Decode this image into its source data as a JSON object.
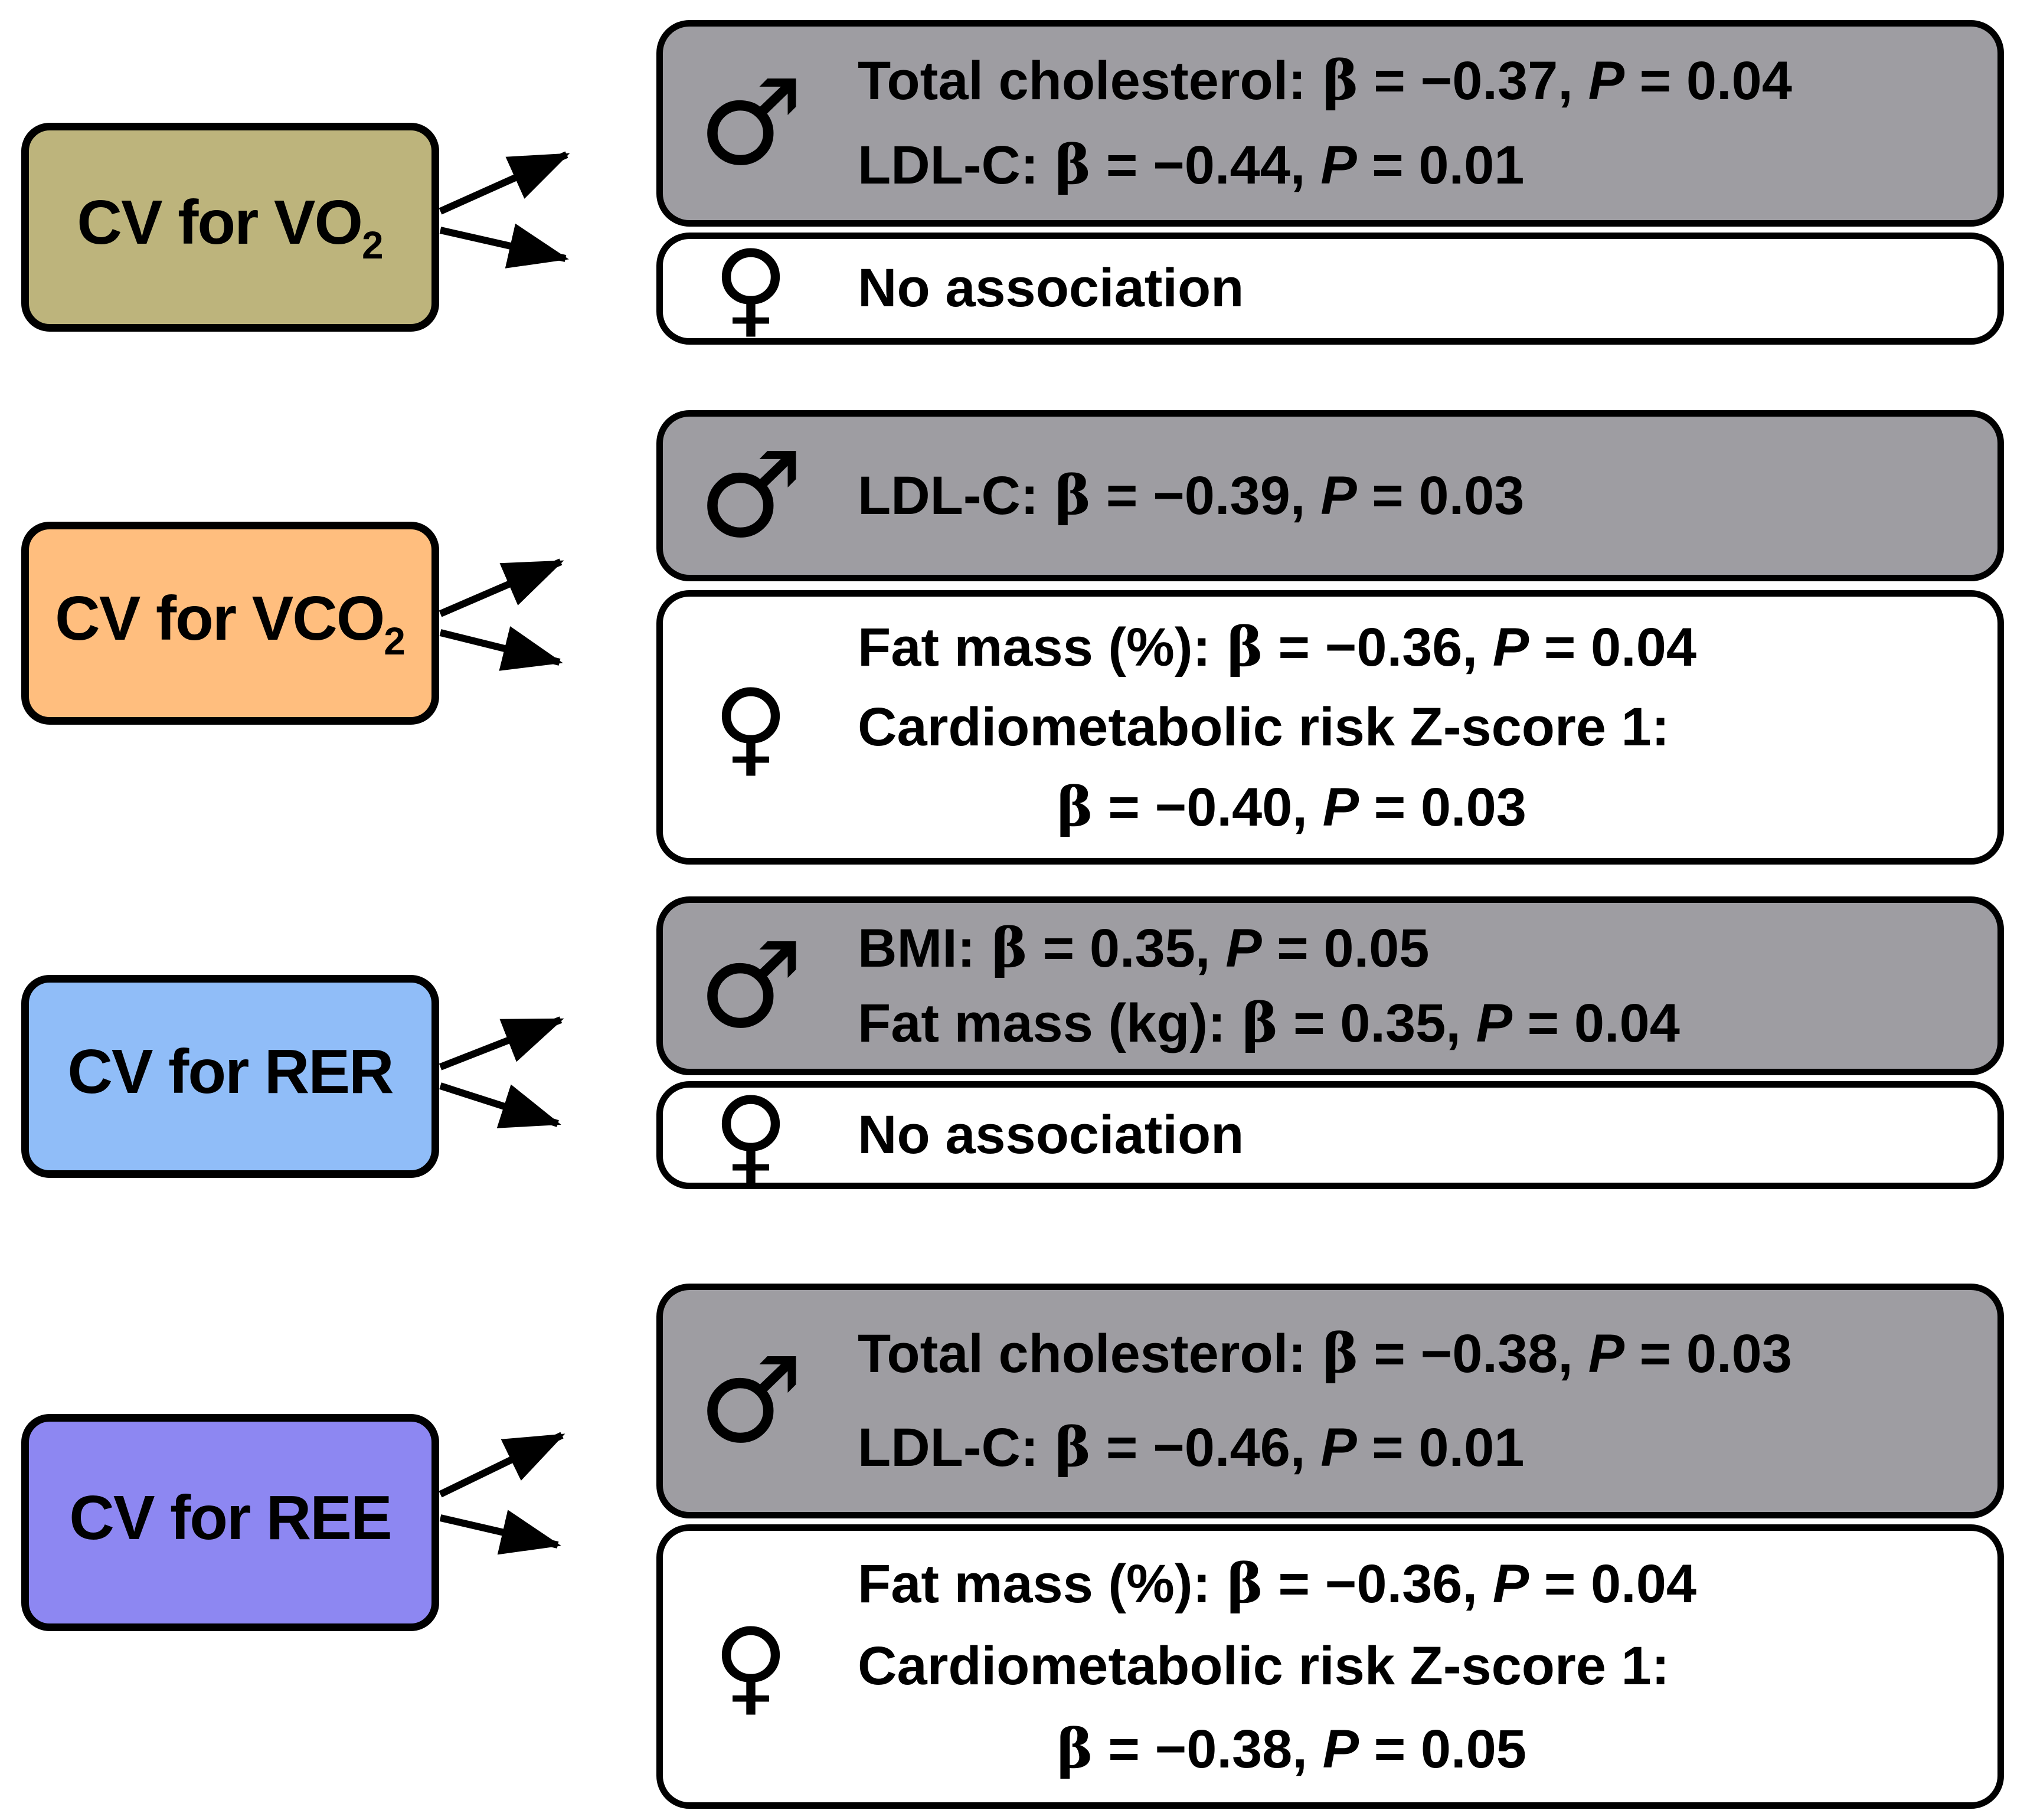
{
  "symbols": {
    "beta": "β",
    "p": "P",
    "male": "♂",
    "female": "♀"
  },
  "palette": {
    "vo2_box": "#BDB47C",
    "vco2_box": "#FFBE7E",
    "rer_box": "#90BDF8",
    "ree_box": "#8D87F2",
    "male_box": "#9E9DA2",
    "female_box": "#FFFFFF",
    "outline": "#000000"
  },
  "rows": [
    {
      "source": {
        "label": "CV for VO",
        "sub": "2"
      },
      "male": {
        "lines": [
          {
            "pre": "Total cholesterol:",
            "mid": " = −0.37,",
            "post": " = 0.04"
          },
          {
            "pre": "LDL-C:",
            "mid": " = −0.44,",
            "post": " = 0.01"
          }
        ]
      },
      "female": {
        "text": "No association"
      }
    },
    {
      "source": {
        "label": "CV for VCO",
        "sub": "2"
      },
      "male": {
        "lines": [
          {
            "pre": "LDL-C:",
            "mid": " = −0.39,",
            "post": " = 0.03"
          }
        ]
      },
      "female": {
        "line1": {
          "pre": "Fat mass (%):",
          "mid": " = −0.36,",
          "post": " = 0.04"
        },
        "line2": "Cardiometabolic risk Z-score 1:",
        "line3": {
          "pre": "",
          "mid": " = −0.40,",
          "post": " = 0.03"
        }
      }
    },
    {
      "source": {
        "label": "CV for RER",
        "sub": ""
      },
      "male": {
        "lines": [
          {
            "pre": "BMI:",
            "mid": " = 0.35,",
            "post": " = 0.05"
          },
          {
            "pre": "Fat mass (kg):",
            "mid": " = 0.35,",
            "post": " = 0.04"
          }
        ]
      },
      "female": {
        "text": "No association"
      }
    },
    {
      "source": {
        "label": "CV for REE",
        "sub": ""
      },
      "male": {
        "lines": [
          {
            "pre": "Total cholesterol:",
            "mid": " = −0.38,",
            "post": " = 0.03"
          },
          {
            "pre": "LDL-C:",
            "mid": " = −0.46,",
            "post": " = 0.01"
          }
        ]
      },
      "female": {
        "line1": {
          "pre": "Fat mass (%):",
          "mid": " = −0.36,",
          "post": " = 0.04"
        },
        "line2": "Cardiometabolic risk Z-score 1:",
        "line3": {
          "pre": "",
          "mid": " = −0.38,",
          "post": " = 0.05"
        }
      }
    }
  ]
}
